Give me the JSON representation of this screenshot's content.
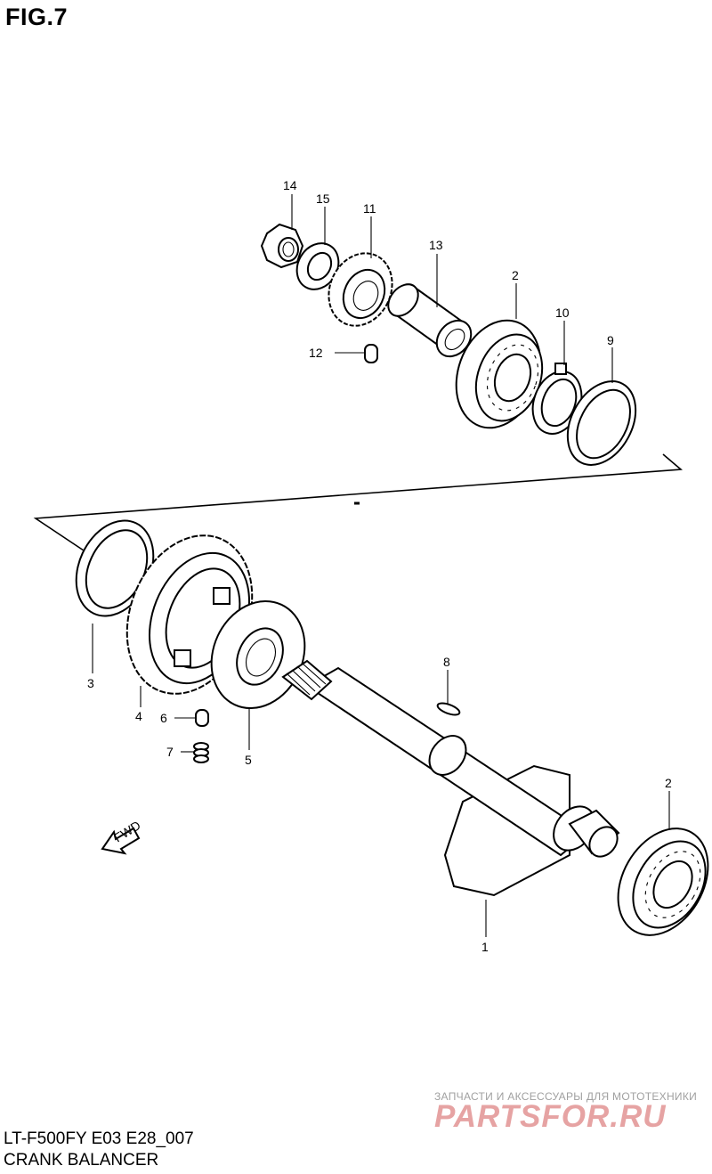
{
  "figure": {
    "title": "FIG.7"
  },
  "callouts": {
    "c14": "14",
    "c15": "15",
    "c11": "11",
    "c13": "13",
    "c2a": "2",
    "c10": "10",
    "c9": "9",
    "c12": "12",
    "c3": "3",
    "c4": "4",
    "c6": "6",
    "c7": "7",
    "c5": "5",
    "c8": "8",
    "c2b": "2",
    "c1": "1"
  },
  "fwd_label": "FWD",
  "footer": {
    "code": "LT-F500FY E03 E28_007",
    "name": "CRANK BALANCER"
  },
  "watermark": {
    "tagline": "ЗАПЧАСТИ И АКСЕССУАРЫ ДЛЯ МОТОТЕХНИКИ",
    "logo": "PARTSFOR.RU"
  }
}
